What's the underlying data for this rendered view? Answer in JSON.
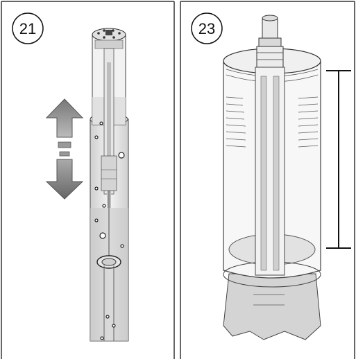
{
  "panels": [
    {
      "step_number": "21",
      "illustration": "inner-rod-assembly-in-tube",
      "indicator": "up-down-arrow-icon"
    },
    {
      "step_number": "23",
      "illustration": "threaded-housing-with-rod",
      "indicator": "measurement-bracket"
    }
  ]
}
